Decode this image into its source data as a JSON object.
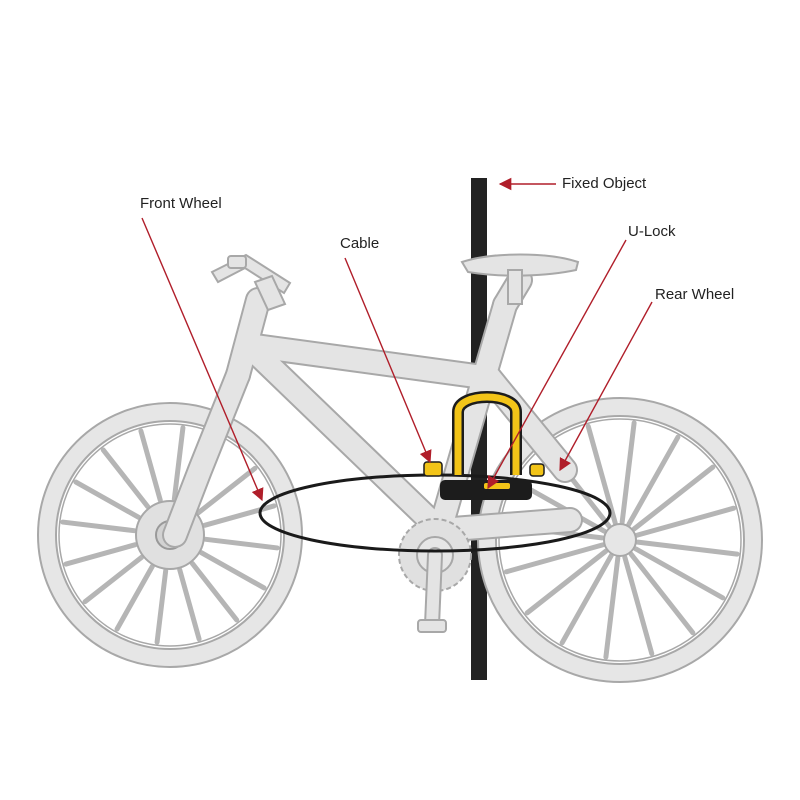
{
  "labels": {
    "front_wheel": "Front Wheel",
    "cable": "Cable",
    "fixed_object": "Fixed Object",
    "u_lock": "U-Lock",
    "rear_wheel": "Rear Wheel"
  },
  "colors": {
    "bike_fill": "#e4e4e4",
    "bike_stroke": "#a8a8a8",
    "pole": "#222222",
    "cable": "#1a1a1a",
    "lock_yellow": "#f2c418",
    "lock_black": "#1c1c1c",
    "callout_red": "#b01e2a",
    "label_text": "#222222"
  }
}
